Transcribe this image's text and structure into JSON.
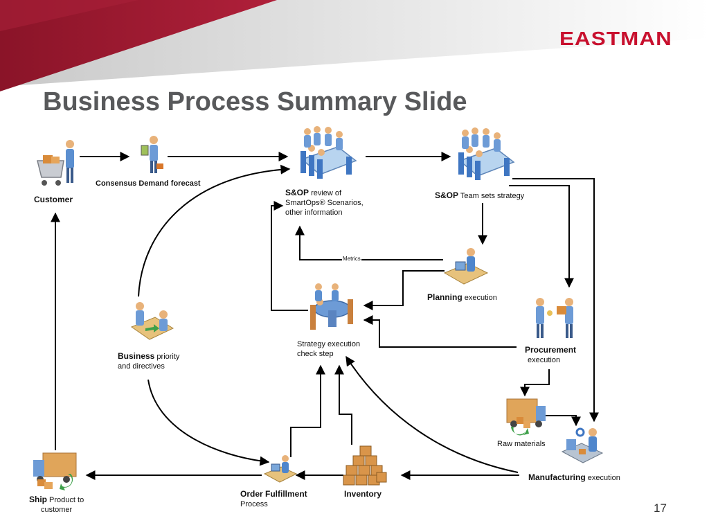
{
  "slide": {
    "title": "Business Process Summary Slide",
    "logo_text": "EASTMAN",
    "page_number": "17"
  },
  "colors": {
    "banner_red": "#9e1b32",
    "banner_grey": "#d9d9d9",
    "logo_red": "#c8102e",
    "title_grey": "#58595b",
    "arrow": "#000000"
  },
  "nodes": {
    "customer": {
      "label": "Customer"
    },
    "consensus": {
      "label": "Consensus Demand forecast"
    },
    "sop_review": {
      "bold": "S&OP",
      "line1": " review of",
      "line2": "SmartOps® Scenarios,",
      "line3": "other information"
    },
    "sop_team": {
      "bold": "S&OP",
      "rest": " Team sets strategy"
    },
    "planning": {
      "bold": "Planning",
      "rest": " execution"
    },
    "strategy_check": {
      "line1": "Strategy execution",
      "line2": "check step"
    },
    "business": {
      "bold": "Business",
      "rest": " priority",
      "line2": "and directives"
    },
    "procurement": {
      "bold": "Procurement",
      "line2": "execution"
    },
    "raw_materials": {
      "label": "Raw materials"
    },
    "manufacturing": {
      "bold": "Manufacturing",
      "rest": " execution"
    },
    "inventory": {
      "label": "Inventory"
    },
    "order_fulfillment": {
      "bold": "Order Fulfillment",
      "line2": "Process"
    },
    "ship": {
      "bold": "Ship",
      "rest": " Product to",
      "line2": "customer"
    }
  },
  "edges": {
    "metrics_label": "Metrics"
  },
  "icons": {
    "customer": "shopping-cart-person-icon",
    "consensus": "person-with-briefcase-icon",
    "sop_review": "meeting-group-icon",
    "sop_team": "meeting-group-icon",
    "planning": "person-at-desk-icon",
    "strategy_check": "round-table-meeting-icon",
    "business": "two-people-at-desk-icon",
    "procurement": "people-exchanging-package-icon",
    "raw_materials": "delivery-truck-icon",
    "manufacturing": "factory-worker-icon",
    "inventory": "stacked-boxes-icon",
    "order_fulfillment": "person-at-computer-icon",
    "ship": "shipping-truck-icon"
  }
}
